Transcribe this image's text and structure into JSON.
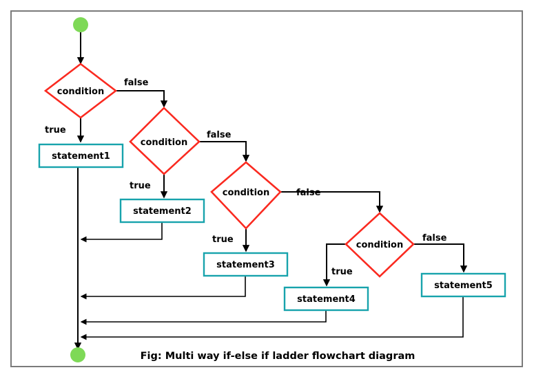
{
  "figure": {
    "caption": "Fig: Multi way if-else if ladder flowchart diagram",
    "frame_border_color": "#7a7a7a",
    "background_color": "#ffffff"
  },
  "palette": {
    "decision_stroke": "#fa2a20",
    "process_stroke": "#17a3ac",
    "terminator_fill": "#7ed957",
    "connector_stroke": "#000000",
    "label_color": "#000000"
  },
  "nodes": {
    "start": {
      "label": "",
      "type": "terminator"
    },
    "end": {
      "label": "",
      "type": "terminator"
    },
    "decision1": {
      "label": "condition",
      "type": "decision"
    },
    "decision2": {
      "label": "condition",
      "type": "decision"
    },
    "decision3": {
      "label": "condition",
      "type": "decision"
    },
    "decision4": {
      "label": "condition",
      "type": "decision"
    },
    "statement1": {
      "label": "statement1",
      "type": "process"
    },
    "statement2": {
      "label": "statement2",
      "type": "process"
    },
    "statement3": {
      "label": "statement3",
      "type": "process"
    },
    "statement4": {
      "label": "statement4",
      "type": "process"
    },
    "statement5": {
      "label": "statement5",
      "type": "process"
    }
  },
  "edges": {
    "d1_true": "true",
    "d1_false": "false",
    "d2_true": "true",
    "d2_false": "false",
    "d3_true": "true",
    "d3_false": "false",
    "d4_true": "true",
    "d4_false": "false"
  }
}
